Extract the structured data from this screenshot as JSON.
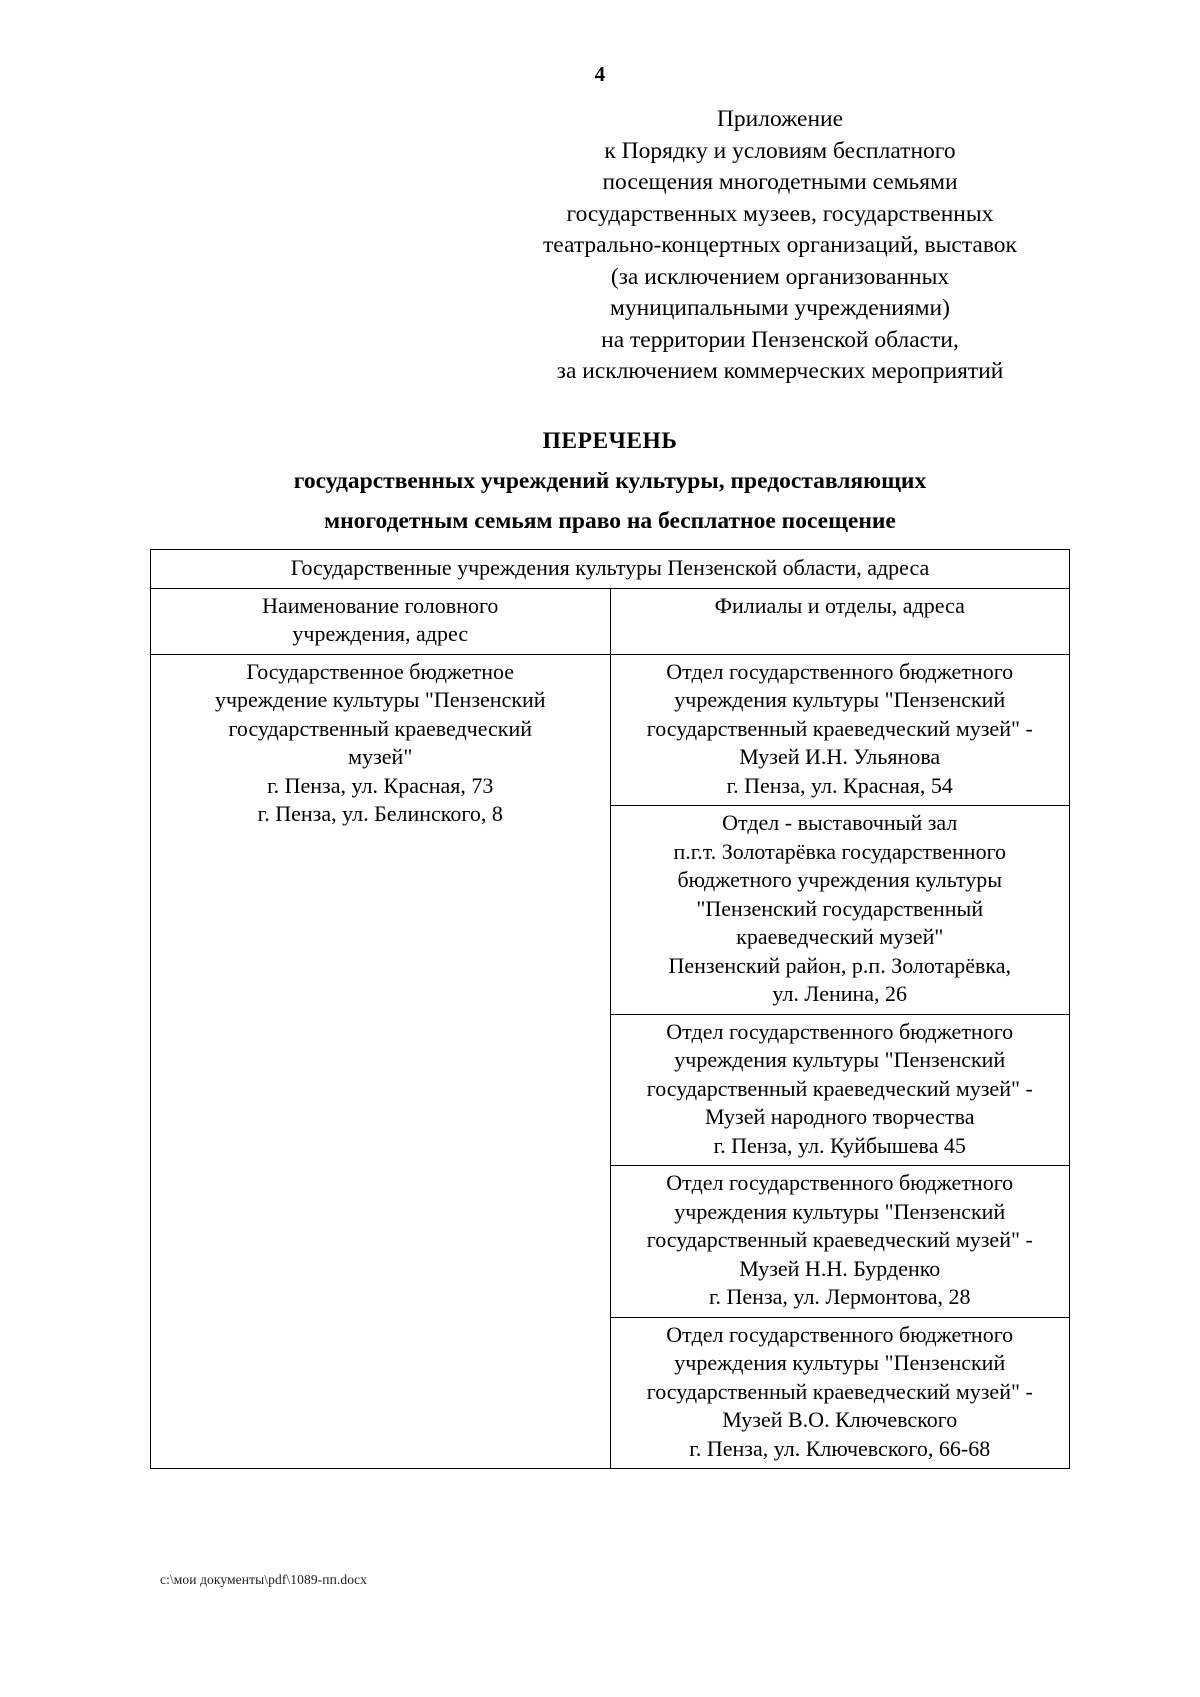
{
  "page": {
    "number": "4"
  },
  "appendix": {
    "lines": [
      "Приложение",
      "к Порядку и условиям бесплатного",
      "посещения многодетными семьями",
      "государственных музеев, государственных",
      "театрально-концертных организаций, выставок",
      "(за исключением организованных",
      "муниципальными учреждениями)",
      "на территории Пензенской области,",
      "за исключением коммерческих мероприятий"
    ]
  },
  "title": {
    "main": "ПЕРЕЧЕНЬ",
    "sub_line_1": "государственных учреждений культуры, предоставляющих",
    "sub_line_2": "многодетным семьям право на бесплатное посещение"
  },
  "table": {
    "span_header": "Государственные учреждения культуры Пензенской области, адреса",
    "column_headers": {
      "left": [
        "Наименование головного",
        "учреждения, адрес"
      ],
      "right": [
        "Филиалы и отделы, адреса"
      ]
    },
    "head_institution": {
      "lines": [
        "Государственное бюджетное",
        "учреждение культуры \"Пензенский",
        "государственный краеведческий",
        "музей\"",
        "г. Пенза, ул. Красная, 73",
        "г. Пенза, ул. Белинского, 8"
      ]
    },
    "branches": [
      {
        "lines": [
          "Отдел государственного бюджетного",
          "учреждения культуры \"Пензенский",
          "государственный краеведческий музей\" -",
          "Музей И.Н. Ульянова",
          "г. Пенза, ул. Красная, 54"
        ]
      },
      {
        "lines": [
          "Отдел - выставочный зал",
          "п.г.т. Золотарёвка государственного",
          "бюджетного учреждения культуры",
          "\"Пензенский государственный",
          "краеведческий музей\"",
          "Пензенский район, р.п. Золотарёвка,",
          "ул. Ленина, 26"
        ]
      },
      {
        "lines": [
          "Отдел государственного бюджетного",
          "учреждения культуры \"Пензенский",
          "государственный краеведческий музей\" -",
          "Музей народного творчества",
          "г. Пенза, ул. Куйбышева 45"
        ]
      },
      {
        "lines": [
          "Отдел государственного бюджетного",
          "учреждения культуры \"Пензенский",
          "государственный краеведческий музей\" -",
          "Музей Н.Н. Бурденко",
          "г. Пенза, ул. Лермонтова, 28"
        ]
      },
      {
        "lines": [
          "Отдел государственного бюджетного",
          "учреждения культуры \"Пензенский",
          "государственный краеведческий музей\" -",
          "Музей В.О. Ключевского",
          "г. Пенза, ул. Ключевского, 66-68"
        ]
      }
    ]
  },
  "footer": {
    "path": "с:\\мои документы\\pdf\\1089-пп.docx"
  }
}
